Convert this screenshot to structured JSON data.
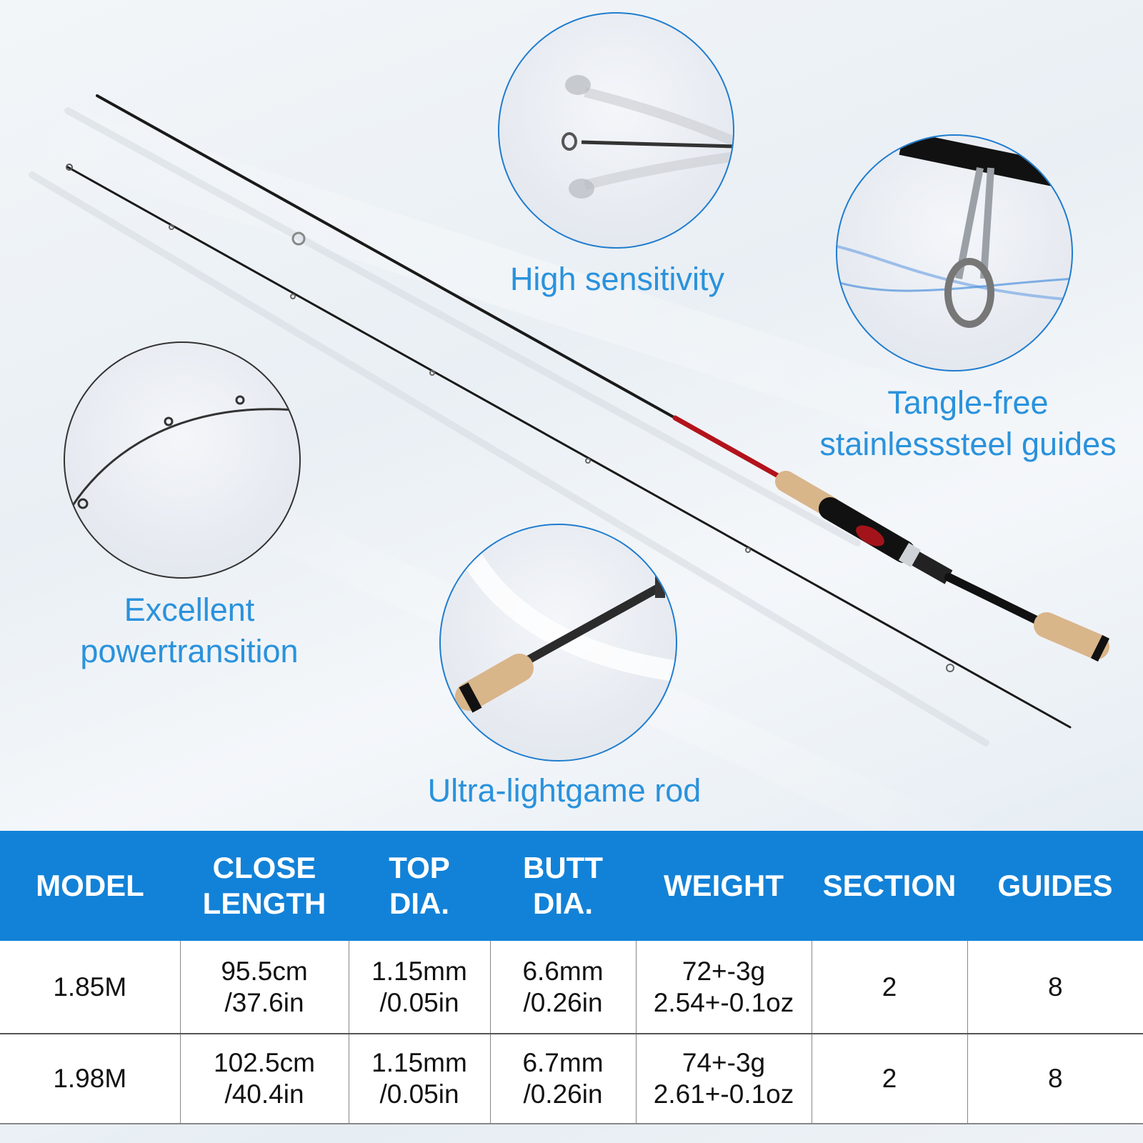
{
  "features": [
    {
      "id": "high-sensitivity",
      "label": "High sensitivity"
    },
    {
      "id": "tangle-free",
      "label": "Tangle-free\nstainlesssteel guides",
      "line1": "Tangle-free",
      "line2": "stainlesssteel guides"
    },
    {
      "id": "power-transition",
      "label": "Excellent\npowertransition",
      "line1": "Excellent",
      "line2": "powertransition"
    },
    {
      "id": "ultra-light",
      "label": "Ultra-lightgame rod"
    }
  ],
  "colors": {
    "accent_blue": "#1282d8",
    "label_blue": "#2a92dc",
    "rod_red": "#b3131b",
    "cork": "#d9b58a"
  },
  "spec_table": {
    "headers": [
      "MODEL",
      "CLOSE\nLENGTH",
      "TOP\nDIA.",
      "BUTT\nDIA.",
      "WEIGHT",
      "SECTION",
      "GUIDES"
    ],
    "rows": [
      [
        "1.85M",
        "95.5cm\n/37.6in",
        "1.15mm\n/0.05in",
        "6.6mm\n/0.26in",
        "72+-3g\n2.54+-0.1oz",
        "2",
        "8"
      ],
      [
        "1.98M",
        "102.5cm\n/40.4in",
        "1.15mm\n/0.05in",
        "6.7mm\n/0.26in",
        "74+-3g\n2.61+-0.1oz",
        "2",
        "8"
      ]
    ]
  }
}
